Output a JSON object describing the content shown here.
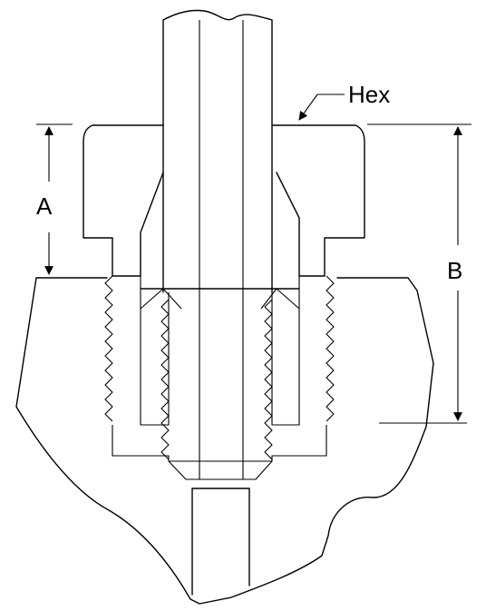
{
  "labels": {
    "hex": "Hex",
    "dim_a": "A",
    "dim_b": "B"
  },
  "colors": {
    "stroke": "#000000",
    "background": "#ffffff"
  }
}
